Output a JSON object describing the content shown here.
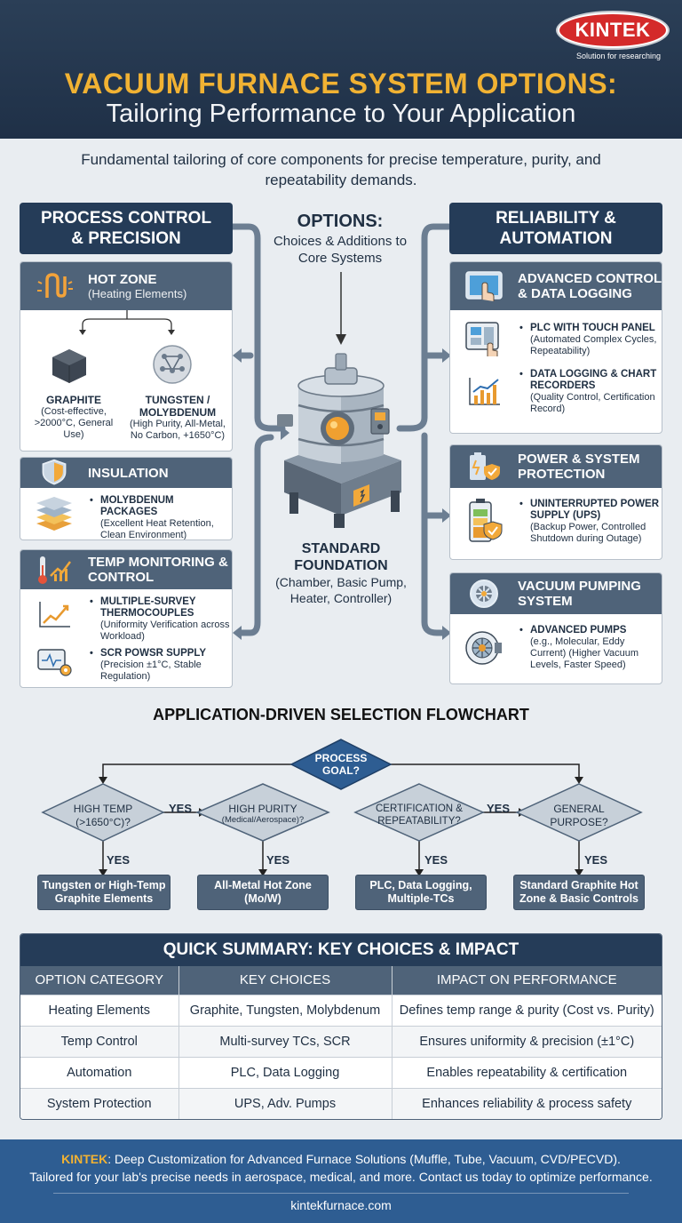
{
  "header": {
    "logo": "KINTEK",
    "logo_tagline": "Solution for researching",
    "title_line1": "VACUUM FURNACE SYSTEM OPTIONS:",
    "title_line2": "Tailoring Performance to Your Application",
    "intro": "Fundamental tailoring of core components for precise temperature, purity, and repeatability demands."
  },
  "left_column": {
    "title": "PROCESS CONTROL & PRECISION",
    "hot_zone": {
      "title": "HOT ZONE",
      "subtitle": "(Heating Elements)",
      "graphite_title": "GRAPHITE",
      "graphite_desc": "(Cost-effective, >2000°C, General Use)",
      "tungsten_title": "TUNGSTEN / MOLYBDENUM",
      "tungsten_desc": "(High Purity, All-Metal, No Carbon, +1650°C)"
    },
    "insulation": {
      "title": "INSULATION",
      "item_title": "MOLYBDENUM PACKAGES",
      "item_desc": "(Excellent Heat Retention, Clean Environment)"
    },
    "temp_monitoring": {
      "title": "TEMP MONITORING & CONTROL",
      "item1_title": "MULTIPLE-SURVEY THERMOCOUPLES",
      "item1_desc": "(Uniformity Verification across Workload)",
      "item2_title": "SCR POWSR SUPPLY",
      "item2_desc": "(Precision ±1°C, Stable Regulation)"
    }
  },
  "center": {
    "options_title": "OPTIONS:",
    "options_sub": "Choices & Additions to Core Systems",
    "foundation_title": "STANDARD FOUNDATION",
    "foundation_desc": "(Chamber, Basic Pump, Heater, Controller)"
  },
  "right_column": {
    "title": "RELIABILITY & AUTOMATION",
    "control": {
      "title": "ADVANCED CONTROL & DATA LOGGING",
      "item1_title": "PLC WITH TOUCH PANEL",
      "item1_desc": "(Automated Complex Cycles, Repeatability)",
      "item2_title": "DATA LOGGING & CHART RECORDERS",
      "item2_desc": "(Quality Control, Certification Record)"
    },
    "power": {
      "title": "POWER & SYSTEM PROTECTION",
      "item_title": "UNINTERRUPTED POWER SUPPLY (UPS)",
      "item_desc": "(Backup Power, Controlled Shutdown during Outage)"
    },
    "pumping": {
      "title": "VACUUM PUMPING SYSTEM",
      "item_title": "ADVANCED PUMPS",
      "item_desc": "(e.g., Molecular, Eddy Current) (Higher Vacuum Levels, Faster Speed)"
    }
  },
  "flowchart": {
    "title": "APPLICATION-DRIVEN SELECTION FLOWCHART",
    "goal": "PROCESS GOAL?",
    "q1": "HIGH TEMP (>1650°C)?",
    "q2_main": "HIGH PURITY",
    "q2_sub": "(Medical/Aerospace)?",
    "q3": "CERTIFICATION & REPEATABILITY?",
    "q4": "GENERAL PURPOSE?",
    "yes": "YES",
    "out1": "Tungsten or High-Temp Graphite Elements",
    "out2": "All-Metal Hot Zone (Mo/W)",
    "out3": "PLC, Data Logging, Multiple-TCs",
    "out4": "Standard Graphite Hot Zone & Basic Controls"
  },
  "summary": {
    "title": "QUICK SUMMARY: KEY CHOICES & IMPACT",
    "headers": [
      "OPTION CATEGORY",
      "KEY CHOICES",
      "IMPACT ON PERFORMANCE"
    ],
    "rows": [
      [
        "Heating Elements",
        "Graphite, Tungsten, Molybdenum",
        "Defines temp range & purity (Cost vs. Purity)"
      ],
      [
        "Temp Control",
        "Multi-survey TCs, SCR",
        "Ensures uniformity & precision (±1°C)"
      ],
      [
        "Automation",
        "PLC, Data Logging",
        "Enables repeatability & certification"
      ],
      [
        "System Protection",
        "UPS, Adv. Pumps",
        "Enhances reliability & process safety"
      ]
    ]
  },
  "footer": {
    "brand": "KINTEK",
    "line1": ": Deep Customization for Advanced Furnace Solutions (Muffle, Tube, Vacuum, CVD/PECVD).",
    "line2": "Tailored for your lab's precise needs in aerospace, medical, and more. Contact us today to optimize performance.",
    "url": "kintekfurnace.com"
  },
  "colors": {
    "navy": "#253c58",
    "slate": "#4f6379",
    "accent_gold": "#f1b233",
    "logo_red": "#d42a2a",
    "footer_blue": "#2e5d92"
  }
}
